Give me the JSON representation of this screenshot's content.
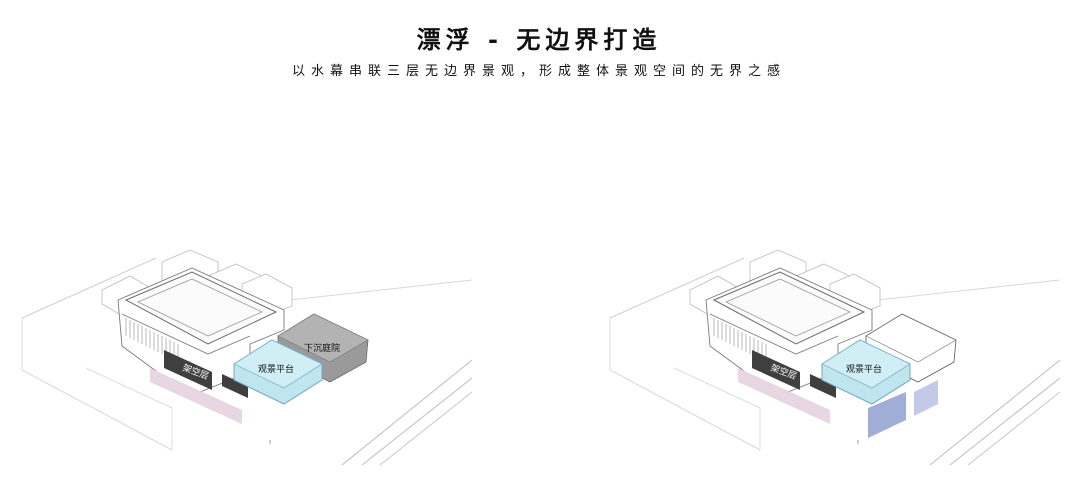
{
  "title": "漂浮 - 无边界打造",
  "subtitle": "以水幕串联三层无边界景观，形成整体景观空间的无界之感",
  "diagrams": [
    {
      "labels": {
        "plaza": "观景平台",
        "sunken": "下沉庭院",
        "void": "架空层"
      }
    },
    {
      "labels": {
        "plaza": "观景平台",
        "void": "架空层"
      }
    }
  ],
  "colors": {
    "glass": "#bfe6ef",
    "sunken": "#9a9a9a",
    "pink": "#e9d6e3",
    "waterfall": "#8f9fd0",
    "dark": "#3f3f3f"
  }
}
